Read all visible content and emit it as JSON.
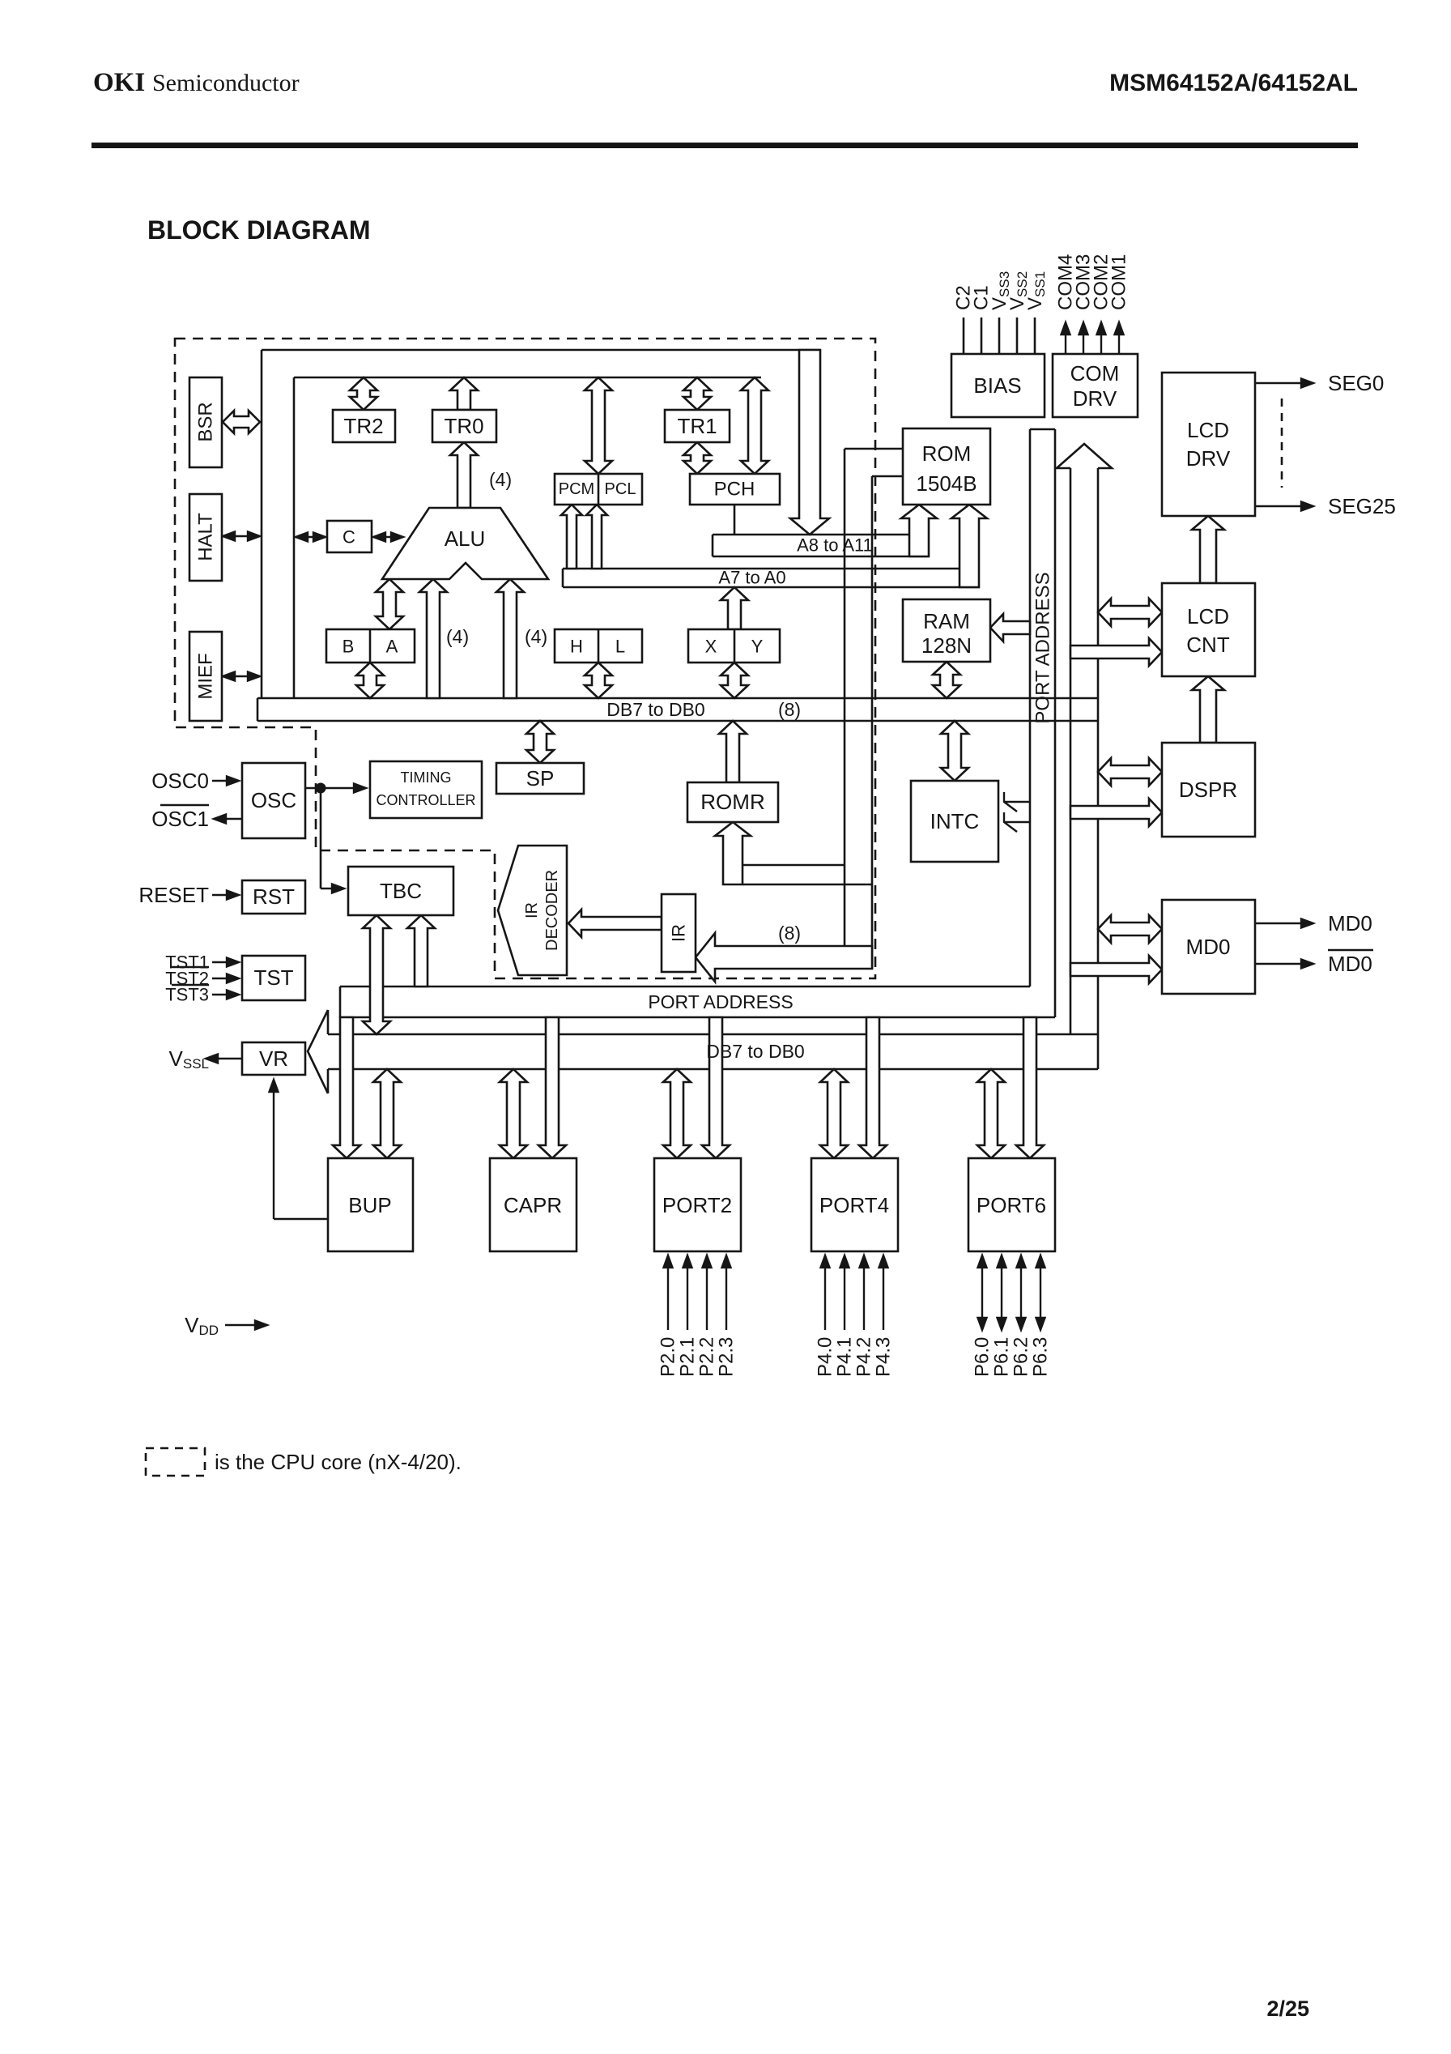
{
  "page": {
    "brand_bold": "OKI",
    "brand_rest": "Semiconductor",
    "part_number": "MSM64152A/64152AL",
    "title": "BLOCK DIAGRAM",
    "page_number": "2/25",
    "legend": "is the CPU core (nX-4/20).",
    "ink_color": "#161616",
    "paper_color": "#ffffff"
  },
  "blocks": {
    "bsr": "BSR",
    "halt": "HALT",
    "mief": "MIEF",
    "tr2": "TR2",
    "tr0": "TR0",
    "tr1": "TR1",
    "carry": "C",
    "alu": "ALU",
    "b": "B",
    "a": "A",
    "pcm": "PCM",
    "pcl": "PCL",
    "pch": "PCH",
    "h": "H",
    "l": "L",
    "x": "X",
    "y": "Y",
    "rom_l1": "ROM",
    "rom_l2": "1504B",
    "ram_l1": "RAM",
    "ram_l2": "128N",
    "bias": "BIAS",
    "com_l1": "COM",
    "com_l2": "DRV",
    "lcd_drv_l1": "LCD",
    "lcd_drv_l2": "DRV",
    "lcd_cnt_l1": "LCD",
    "lcd_cnt_l2": "CNT",
    "dspr": "DSPR",
    "md0": "MD0",
    "intc": "INTC",
    "romr": "ROMR",
    "sp": "SP",
    "ir": "IR",
    "ir_dec_l1": "IR",
    "ir_dec_l2": "DECODER",
    "timing_l1": "TIMING",
    "timing_l2": "CONTROLLER",
    "osc": "OSC",
    "rst": "RST",
    "tbc": "TBC",
    "tst": "TST",
    "vr": "VR",
    "bup": "BUP",
    "capr": "CAPR",
    "port2": "PORT2",
    "port4": "PORT4",
    "port6": "PORT6",
    "port_address_bar": "PORT ADDRESS"
  },
  "buses": {
    "db_upper": "DB7 to DB0",
    "db_lower": "DB7 to DB0",
    "a8": "A8 to A11",
    "a7": "A7 to A0",
    "port_address": "PORT ADDRESS",
    "width4": "(4)",
    "width8": "(8)"
  },
  "pins": {
    "c2": "C2",
    "c1": "C1",
    "vss3_main": "V",
    "vss3_sub": "SS3",
    "vss2_main": "V",
    "vss2_sub": "SS2",
    "vss1_main": "V",
    "vss1_sub": "SS1",
    "com4": "COM4",
    "com3": "COM3",
    "com2": "COM2",
    "com1": "COM1",
    "seg0": "SEG0",
    "seg25": "SEG25",
    "md0_out": "MD0",
    "md0_out_bar": "MD0",
    "osc0": "OSC0",
    "osc1": "OSC1",
    "reset": "RESET",
    "tst1": "TST1",
    "tst2": "TST2",
    "tst3": "TST3",
    "vssl_main": "V",
    "vssl_sub": "SSL",
    "vdd_main": "V",
    "vdd_sub": "DD",
    "p2": [
      "P2.0",
      "P2.1",
      "P2.2",
      "P2.3"
    ],
    "p4": [
      "P4.0",
      "P4.1",
      "P4.2",
      "P4.3"
    ],
    "p6": [
      "P6.0",
      "P6.1",
      "P6.2",
      "P6.3"
    ]
  }
}
